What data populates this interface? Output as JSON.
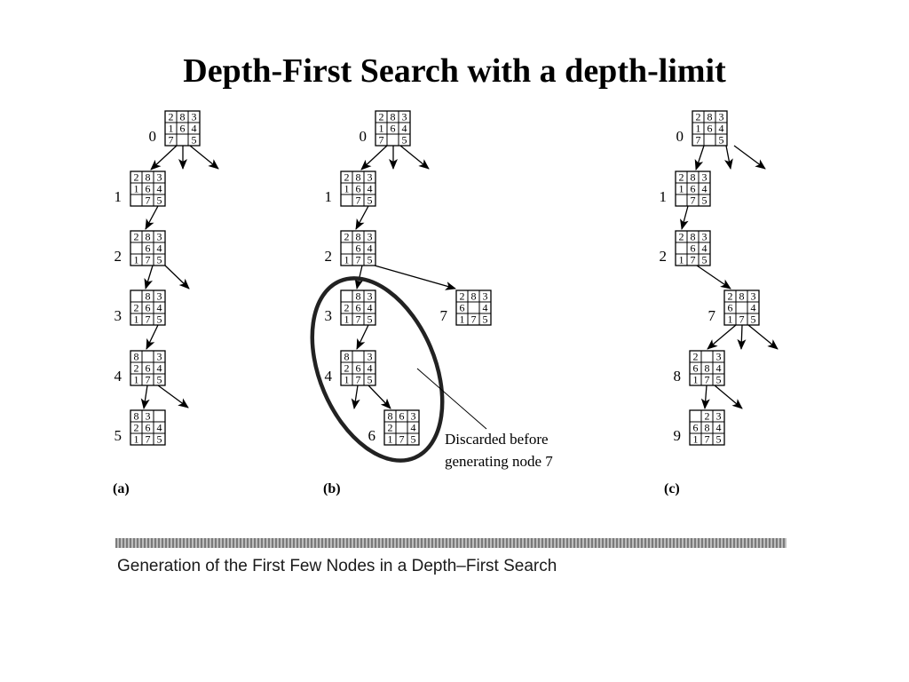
{
  "title": "Depth-First Search with a depth-limit",
  "caption": "Generation of the First Few Nodes in a Depth–First Search",
  "annotation": [
    "Discarded before",
    "generating node 7"
  ],
  "panels": [
    {
      "label": "(a)",
      "nodes": [
        {
          "label": "0",
          "tiles": [
            "2",
            "8",
            "3",
            "1",
            "6",
            "4",
            "7",
            "",
            "5"
          ]
        },
        {
          "label": "1",
          "tiles": [
            "2",
            "8",
            "3",
            "1",
            "6",
            "4",
            "",
            "7",
            "5"
          ]
        },
        {
          "label": "2",
          "tiles": [
            "2",
            "8",
            "3",
            "",
            "6",
            "4",
            "1",
            "7",
            "5"
          ]
        },
        {
          "label": "3",
          "tiles": [
            "",
            "8",
            "3",
            "2",
            "6",
            "4",
            "1",
            "7",
            "5"
          ]
        },
        {
          "label": "4",
          "tiles": [
            "8",
            "",
            "3",
            "2",
            "6",
            "4",
            "1",
            "7",
            "5"
          ]
        },
        {
          "label": "5",
          "tiles": [
            "8",
            "3",
            "",
            "2",
            "6",
            "4",
            "1",
            "7",
            "5"
          ]
        }
      ]
    },
    {
      "label": "(b)",
      "nodes": [
        {
          "label": "0",
          "tiles": [
            "2",
            "8",
            "3",
            "1",
            "6",
            "4",
            "7",
            "",
            "5"
          ]
        },
        {
          "label": "1",
          "tiles": [
            "2",
            "8",
            "3",
            "1",
            "6",
            "4",
            "",
            "7",
            "5"
          ]
        },
        {
          "label": "2",
          "tiles": [
            "2",
            "8",
            "3",
            "",
            "6",
            "4",
            "1",
            "7",
            "5"
          ]
        },
        {
          "label": "3",
          "tiles": [
            "",
            "8",
            "3",
            "2",
            "6",
            "4",
            "1",
            "7",
            "5"
          ]
        },
        {
          "label": "4",
          "tiles": [
            "8",
            "",
            "3",
            "2",
            "6",
            "4",
            "1",
            "7",
            "5"
          ]
        },
        {
          "label": "6",
          "tiles": [
            "8",
            "6",
            "3",
            "2",
            "",
            "4",
            "1",
            "7",
            "5"
          ]
        },
        {
          "label": "7",
          "tiles": [
            "2",
            "8",
            "3",
            "6",
            "",
            "4",
            "1",
            "7",
            "5"
          ]
        }
      ]
    },
    {
      "label": "(c)",
      "nodes": [
        {
          "label": "0",
          "tiles": [
            "2",
            "8",
            "3",
            "1",
            "6",
            "4",
            "7",
            "",
            "5"
          ]
        },
        {
          "label": "1",
          "tiles": [
            "2",
            "8",
            "3",
            "1",
            "6",
            "4",
            "",
            "7",
            "5"
          ]
        },
        {
          "label": "2",
          "tiles": [
            "2",
            "8",
            "3",
            "",
            "6",
            "4",
            "1",
            "7",
            "5"
          ]
        },
        {
          "label": "7",
          "tiles": [
            "2",
            "8",
            "3",
            "6",
            "",
            "4",
            "1",
            "7",
            "5"
          ]
        },
        {
          "label": "8",
          "tiles": [
            "2",
            "",
            "3",
            "6",
            "8",
            "4",
            "1",
            "7",
            "5"
          ]
        },
        {
          "label": "9",
          "tiles": [
            "",
            "2",
            "3",
            "6",
            "8",
            "4",
            "1",
            "7",
            "5"
          ]
        }
      ]
    }
  ]
}
